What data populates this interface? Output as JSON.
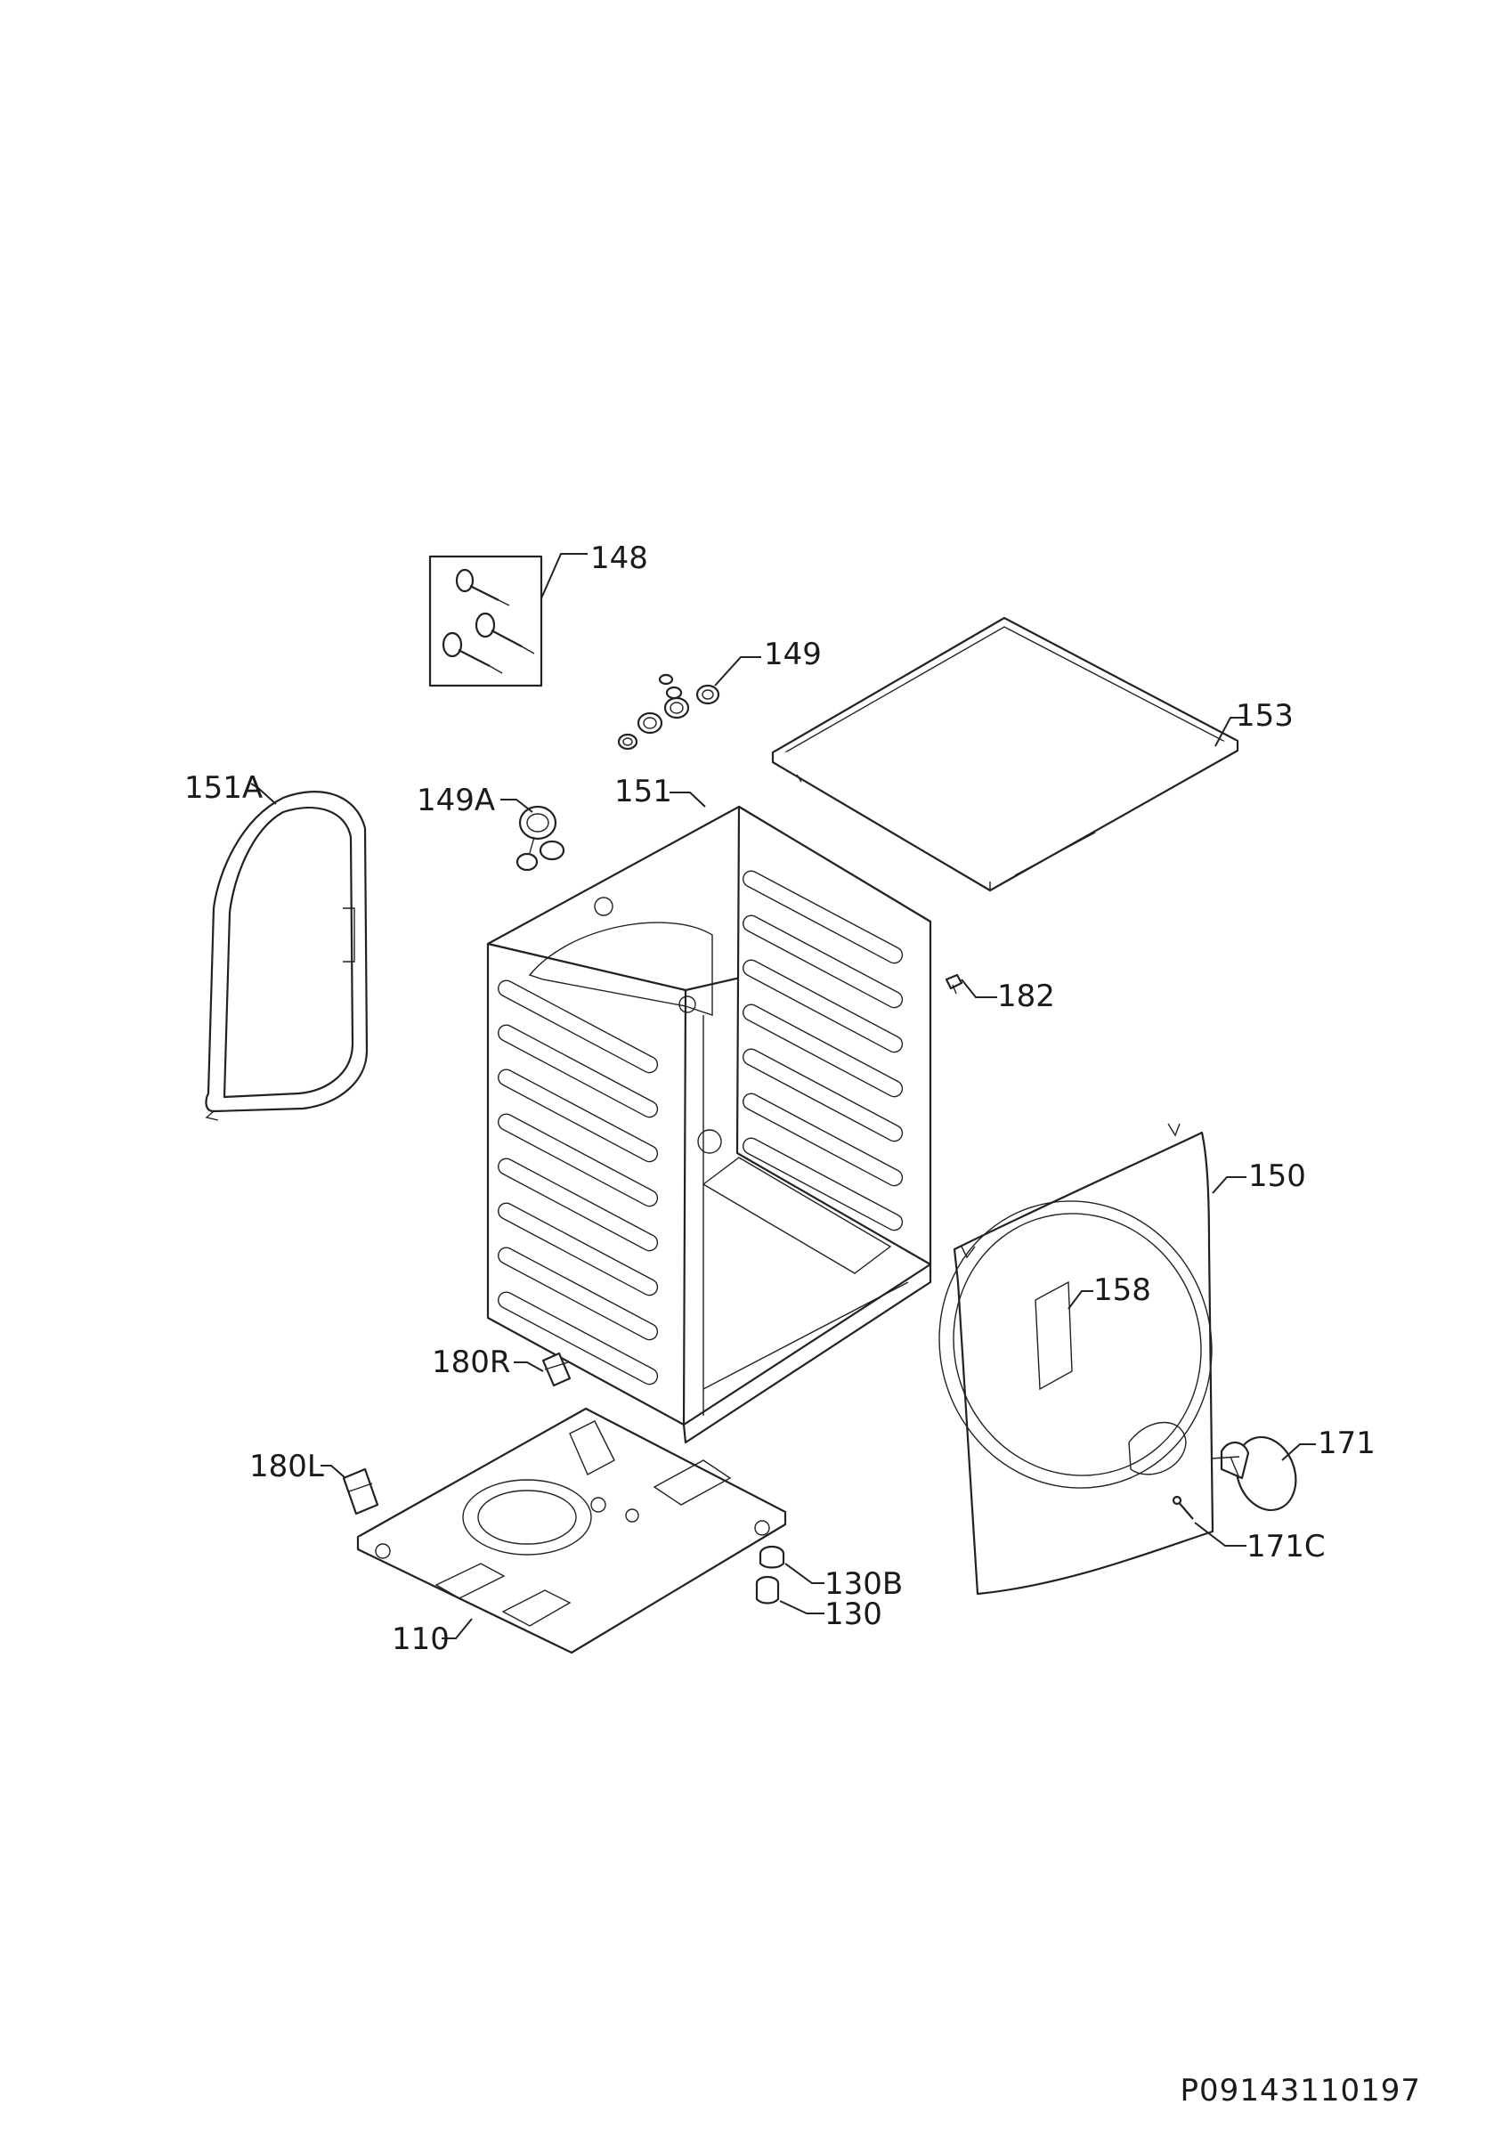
{
  "diagram": {
    "labels": {
      "l148": "148",
      "l149": "149",
      "l153": "153",
      "l151A": "151A",
      "l149A": "149A",
      "l151": "151",
      "l182": "182",
      "l150": "150",
      "l158": "158",
      "l180R": "180R",
      "l180L": "180L",
      "l171": "171",
      "l171C": "171C",
      "l130B": "130B",
      "l130": "130",
      "l110": "110"
    },
    "drawing_code": "P09143110197"
  }
}
